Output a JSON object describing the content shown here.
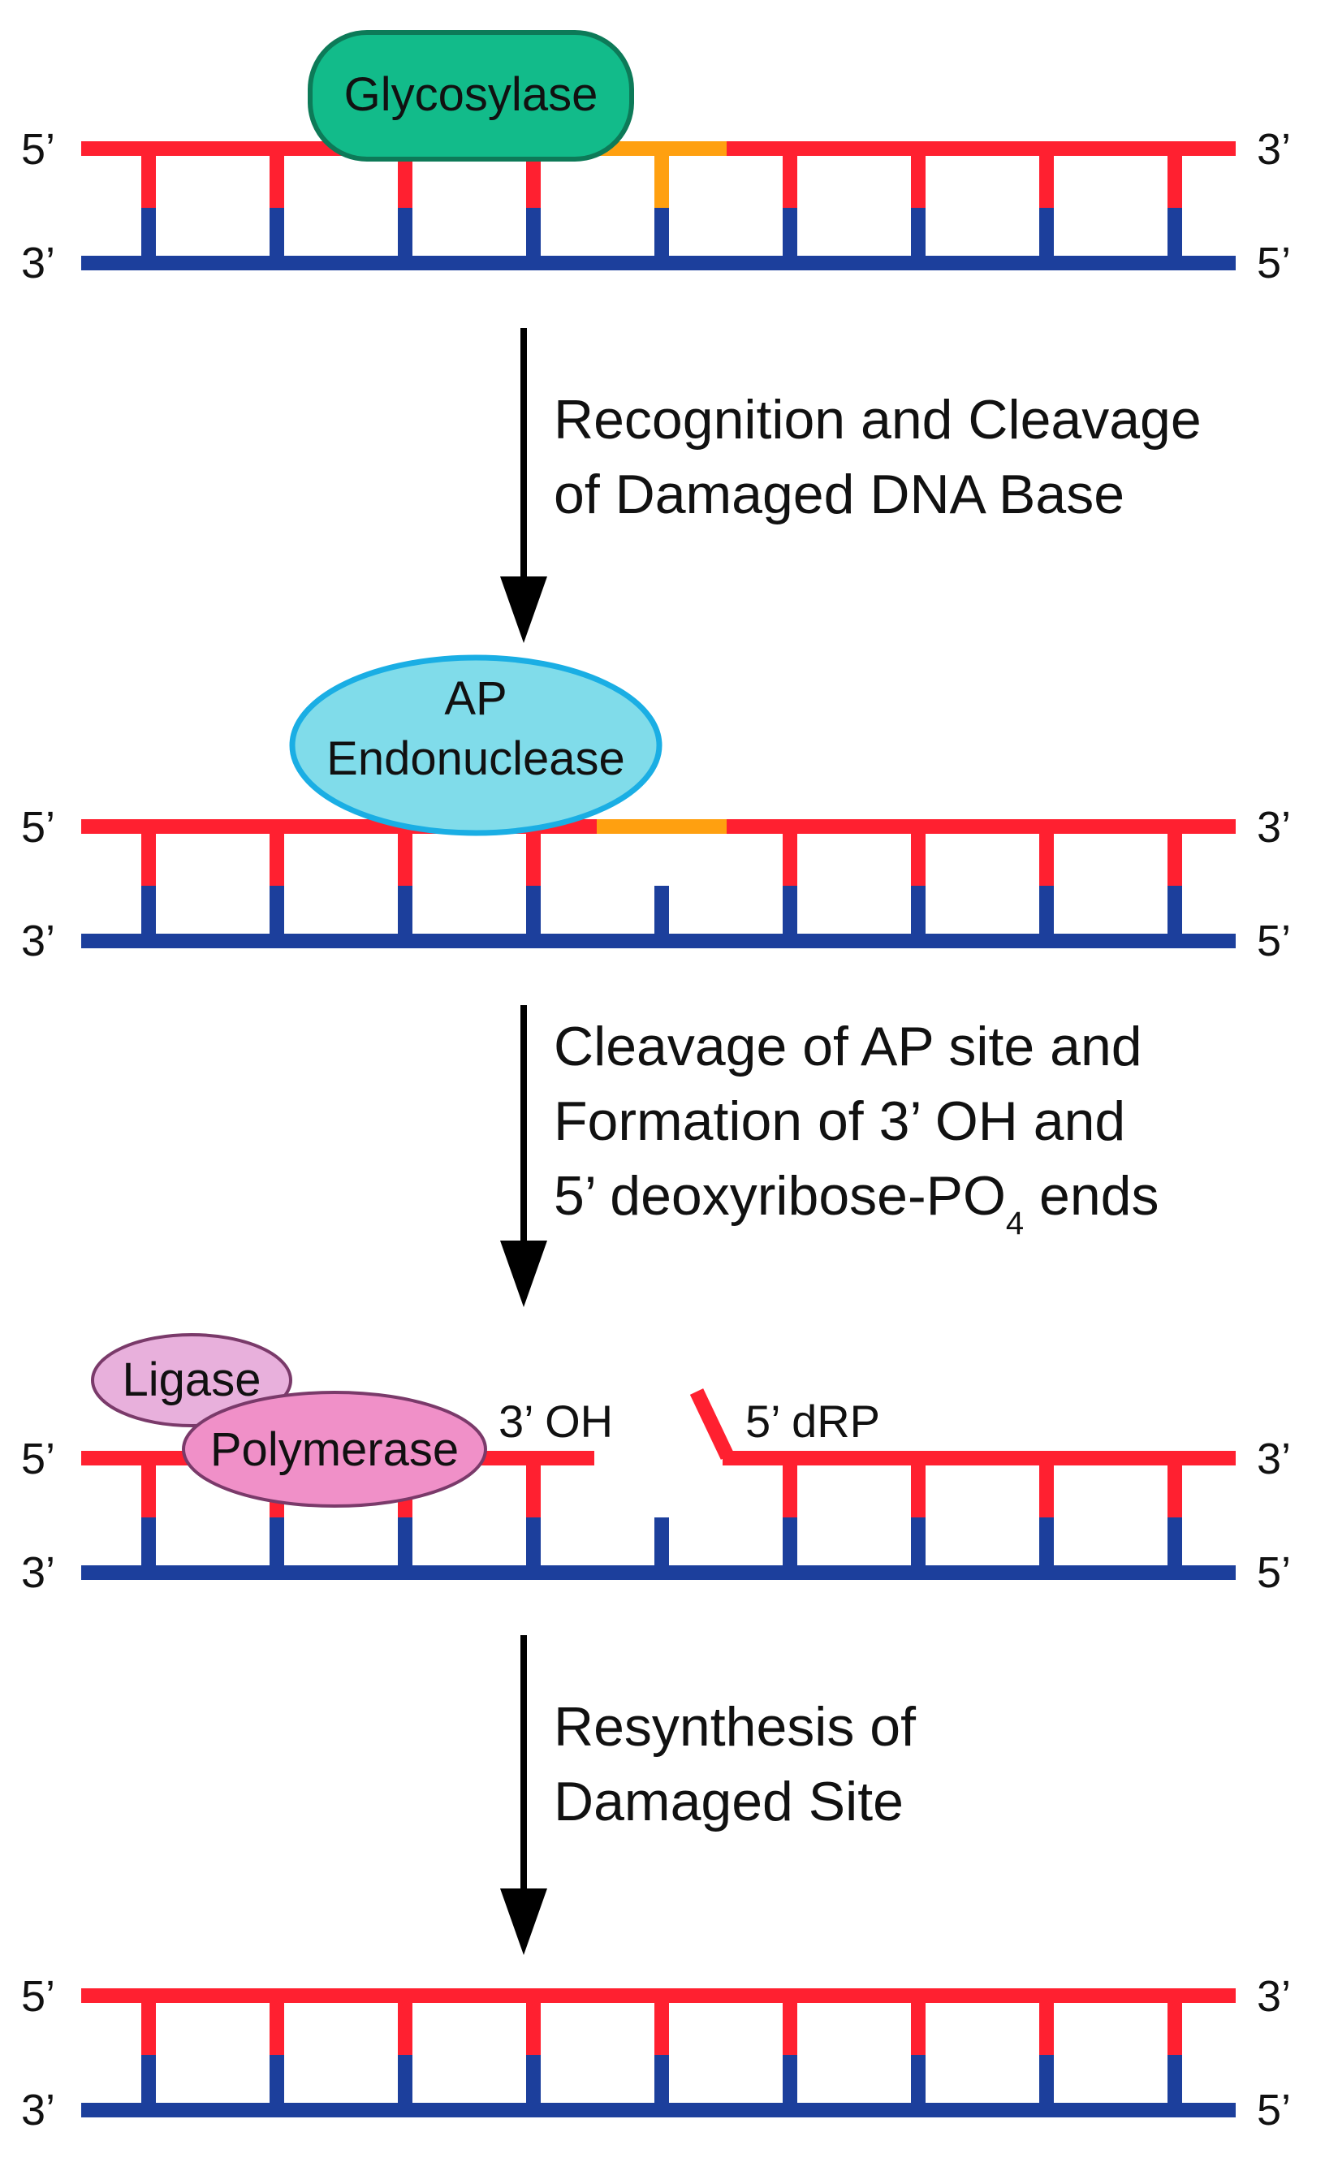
{
  "colors": {
    "top_strand": "#ff2030",
    "bottom_strand": "#1c3f9c",
    "damaged_base": "#ffa010",
    "glycosylase_fill": "#12bb8a",
    "glycosylase_stroke": "#0d7a58",
    "ap_endonuclease_fill": "#80dcea",
    "ap_endonuclease_stroke": "#1aaee4",
    "ligase_fill": "#e8b0dc",
    "ligase_stroke": "#7a3a6a",
    "polymerase_fill": "#f090c8",
    "polymerase_stroke": "#7a3a6a",
    "arrow": "#000000"
  },
  "strand_end_labels": {
    "top_left": "5’",
    "top_right": "3’",
    "bottom_left": "3’",
    "bottom_right": "5’"
  },
  "enzymes": {
    "glycosylase": "Glycosylase",
    "ap_endonuclease": [
      "AP",
      "Endonuclease"
    ],
    "ligase": "Ligase",
    "polymerase": "Polymerase"
  },
  "site_labels": {
    "three_oh": "3’ OH",
    "five_drp": "5’ dRP"
  },
  "steps": [
    {
      "lines": [
        "Recognition and Cleavage",
        "of Damaged DNA Base"
      ]
    },
    {
      "lines": [
        "Cleavage of AP site and",
        "Formation of 3’ OH and"
      ],
      "last_line_prefix": "5’ deoxyribose-PO",
      "last_line_subscript": "4",
      "last_line_suffix": " ends"
    },
    {
      "lines": [
        "Resynthesis of",
        "Damaged Site"
      ]
    }
  ]
}
